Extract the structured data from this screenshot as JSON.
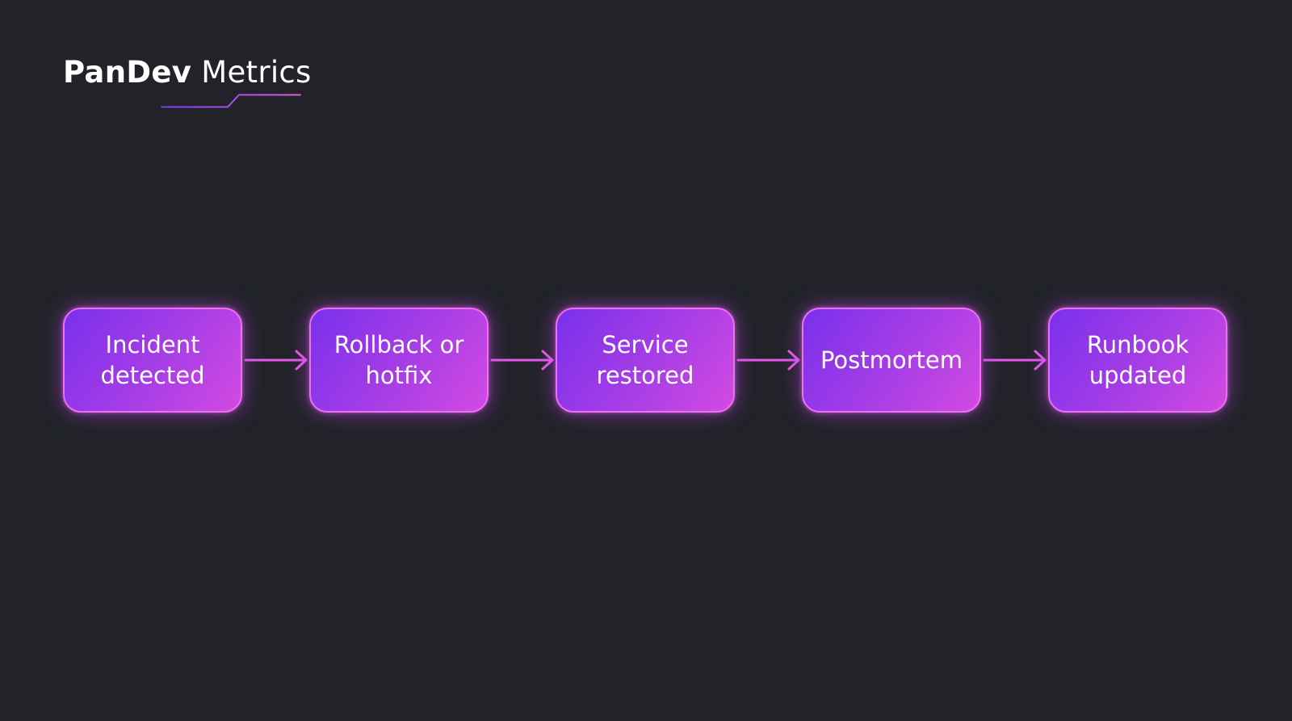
{
  "logo": {
    "brand": "PanDev",
    "product": " Metrics"
  },
  "flow": {
    "nodes": [
      {
        "label": "Incident\ndetected"
      },
      {
        "label": "Rollback or\nhotfix"
      },
      {
        "label": "Service\nrestored"
      },
      {
        "label": "Postmortem"
      },
      {
        "label": "Runbook\nupdated"
      }
    ]
  },
  "colors": {
    "background": "#212329",
    "node_gradient_start": "#7a30ec",
    "node_gradient_end": "#d34ae2",
    "node_border": "#ee6ff2",
    "arrow": "#e05ae8",
    "logo_line_start": "#7b3ff0",
    "logo_line_end": "#e05ae8"
  }
}
